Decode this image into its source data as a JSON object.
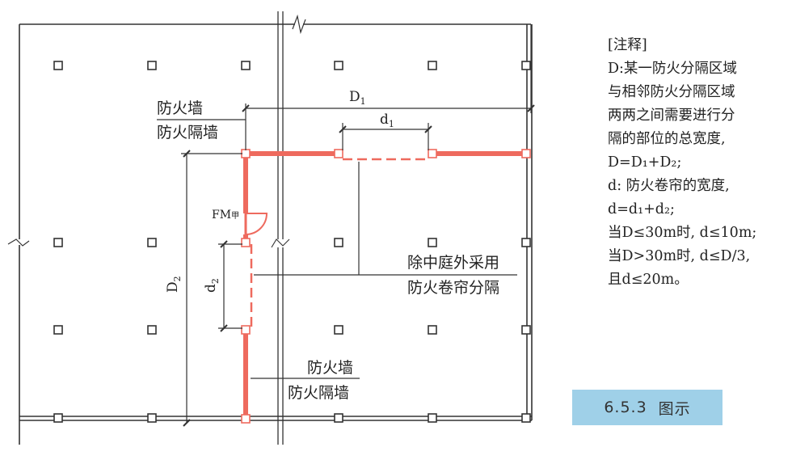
{
  "labels": {
    "top_wall_line1": "防火墙",
    "top_wall_line2": "防火隔墙",
    "bottom_wall_line1": "防火墙",
    "bottom_wall_line2": "防火隔墙",
    "shutter_line1": "除中庭外采用",
    "shutter_line2": "防火卷帘分隔",
    "door": "FM",
    "door_sub": "甲",
    "dim_D1": "D",
    "dim_D1_sub": "1",
    "dim_D2": "D",
    "dim_D2_sub": "2",
    "dim_d1": "d",
    "dim_d1_sub": "1",
    "dim_d2": "d",
    "dim_d2_sub": "2"
  },
  "notes": {
    "title": "[注释]",
    "lines": [
      "D:某一防火分隔区域",
      "与相邻防火分隔区域",
      "两两之间需要进行分",
      "隔的部位的总宽度,",
      "D=D₁+D₂;",
      "d: 防火卷帘的宽度,",
      "d=d₁+d₂;",
      "当D≤30m时, d≤10m;",
      "当D>30m时, d≤D/3,",
      "且d≤20m。"
    ]
  },
  "caption": {
    "number": "6.5.3",
    "title": "图示"
  },
  "colors": {
    "fire_wall": "#ee6a5e",
    "line": "#333333",
    "caption_bg": "#9fd0e8"
  }
}
